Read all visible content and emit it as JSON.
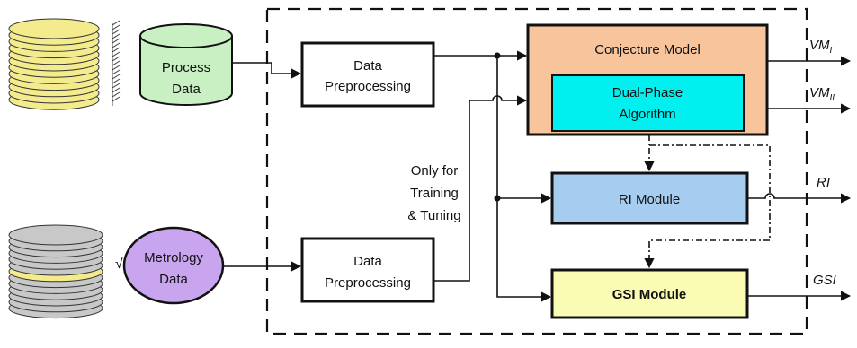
{
  "diagram": {
    "process_data": [
      "Process",
      "Data"
    ],
    "metrology_data": [
      "Metrology",
      "Data"
    ],
    "preprocess_top": [
      "Data",
      "Preprocessing"
    ],
    "preprocess_bottom": [
      "Data",
      "Preprocessing"
    ],
    "conjecture_model": "Conjecture Model",
    "dual_phase": [
      "Dual-Phase",
      "Algorithm"
    ],
    "ri_module": "RI Module",
    "gsi_module": "GSI Module",
    "note": [
      "Only for",
      "Training",
      "& Tuning"
    ],
    "outputs": {
      "vm1_base": "VM",
      "vm1_sub": "I",
      "vm2_base": "VM",
      "vm2_sub": "II",
      "ri": "RI",
      "gsi": "GSI"
    },
    "metrology_mark": "√"
  },
  "colors": {
    "process_fill": "#c9f0c3",
    "metrology_fill": "#c9a4ef",
    "conjecture_fill": "#f7c49c",
    "dual_phase_fill": "#00f0f0",
    "ri_fill": "#a6cdf0",
    "gsi_fill": "#fbfcb4",
    "wafer_yellow": "#f4ec8c",
    "wafer_gray": "#c8c8c8"
  }
}
